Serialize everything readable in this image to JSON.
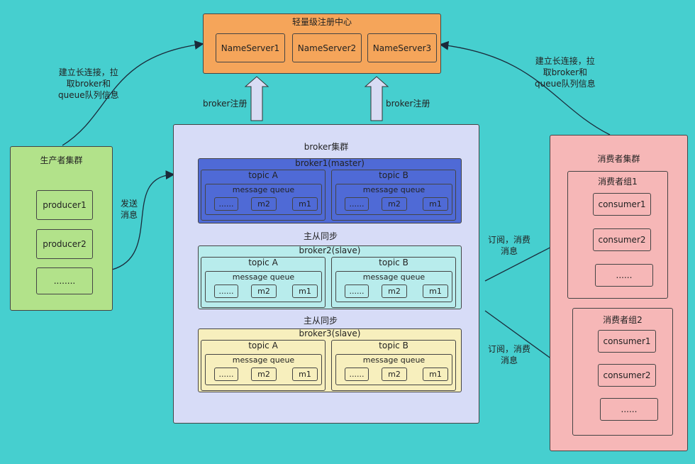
{
  "nameserver_cluster": {
    "title": "轻量级注册中心",
    "servers": [
      "NameServer1",
      "NameServer2",
      "NameServer3"
    ]
  },
  "register_labels": [
    "broker注册",
    "broker注册"
  ],
  "producer_cluster": {
    "title": "生产者集群",
    "items": [
      "producer1",
      "producer2",
      "........"
    ]
  },
  "producer_link_label": "建立长连接，拉\n取broker和\nqueue队列信息",
  "send_label": "发送\n消息",
  "broker_cluster": {
    "title": "broker集群",
    "brokers": [
      {
        "name": "broker1(master)",
        "topics": [
          {
            "name": "topic A",
            "queue": "message queue",
            "msgs": [
              "......",
              "m2",
              "m1"
            ]
          },
          {
            "name": "topic B",
            "queue": "message queue",
            "msgs": [
              "......",
              "m2",
              "m1"
            ]
          }
        ]
      },
      {
        "name": "broker2(slave)",
        "topics": [
          {
            "name": "topic A",
            "queue": "message queue",
            "msgs": [
              "......",
              "m2",
              "m1"
            ]
          },
          {
            "name": "topic B",
            "queue": "message queue",
            "msgs": [
              "......",
              "m2",
              "m1"
            ]
          }
        ]
      },
      {
        "name": "broker3(slave)",
        "topics": [
          {
            "name": "topic A",
            "queue": "message queue",
            "msgs": [
              "......",
              "m2",
              "m1"
            ]
          },
          {
            "name": "topic B",
            "queue": "message queue",
            "msgs": [
              "......",
              "m2",
              "m1"
            ]
          }
        ]
      }
    ],
    "sync_labels": [
      "主从同步",
      "主从同步"
    ]
  },
  "consumer_cluster": {
    "title": "消费者集群",
    "groups": [
      {
        "name": "消费者组1",
        "items": [
          "consumer1",
          "consumer2",
          "......"
        ]
      },
      {
        "name": "消费者组2",
        "items": [
          "consumer1",
          "consumer2",
          "......"
        ]
      }
    ]
  },
  "consumer_link_label": "建立长连接，拉\n取broker和\nqueue队列信息",
  "subscribe_labels": [
    "订阅，消费\n消息",
    "订阅，消费\n消息"
  ],
  "colors": {
    "background": "#46cfcf",
    "nameserver": "#f5a55a",
    "producer": "#b2e28a",
    "broker_cluster": "#d7dcf7",
    "broker_master": "#4f6ad6",
    "broker_slave": "#b8ecec",
    "broker_slave3": "#f7efbd",
    "consumer": "#f6b7b7"
  }
}
